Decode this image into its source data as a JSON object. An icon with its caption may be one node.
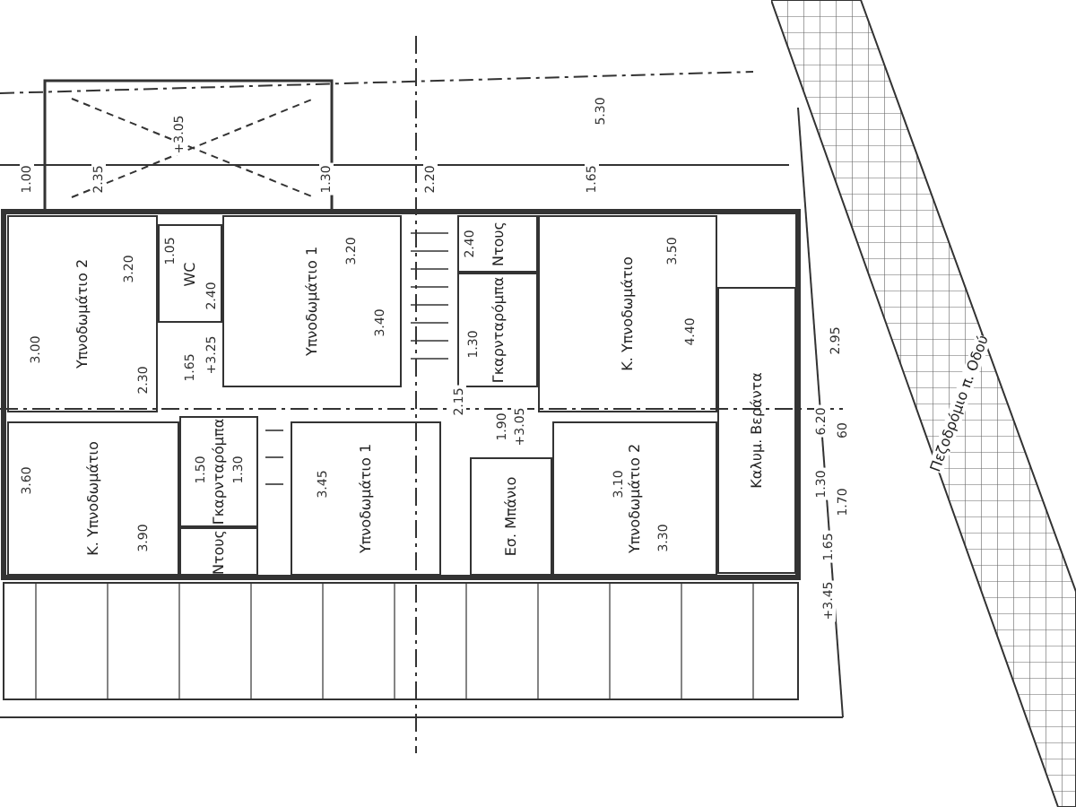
{
  "diagram": {
    "nodes": [
      {
        "text": [
          "Υπνοδωμάτιο 2"
        ]
      },
      {
        "text": [
          "WC"
        ]
      },
      {
        "text": [
          "Υπνοδωμάτιο 1"
        ]
      },
      {
        "text": [
          "Ντους"
        ]
      },
      {
        "text": [
          "Γκαρνταρόμπα"
        ]
      },
      {
        "text": [
          "Κ. Υπνοδωμάτιο"
        ]
      },
      {
        "text": [
          "Καλυμ. Βεράντα"
        ]
      },
      {
        "text": [
          "Κ. Υπνοδωμάτιο"
        ]
      },
      {
        "text": [
          "Γκαρνταρόμπα"
        ]
      },
      {
        "text": [
          "Ντους"
        ]
      },
      {
        "text": [
          "Υπνοδωμάτιο 1"
        ]
      },
      {
        "text": [
          "Εσ. Μπάνιο"
        ]
      },
      {
        "text": [
          "Υπνοδωμάτιο 2"
        ]
      },
      {
        "text": [
          "Πεζοδρόμιο π. Οδού"
        ]
      }
    ],
    "labels": [
      "+3.05",
      "5.30",
      "1.00",
      "2.35",
      "1.30",
      "2.20",
      "1.65",
      "3.20",
      "3.00",
      "1.05",
      "2.40",
      "3.20",
      "3.40",
      "2.30",
      "1.65",
      "+3.25",
      "3.50",
      "4.40",
      "2.40",
      "1.30",
      "3.60",
      "3.90",
      "1.50",
      "1.30",
      "3.45",
      "1.90",
      "+3.05",
      "2.15",
      "3.10",
      "3.30",
      "6.20",
      "1.30",
      "2.95",
      "60",
      "1.70",
      "1.65",
      "+3.45"
    ]
  }
}
